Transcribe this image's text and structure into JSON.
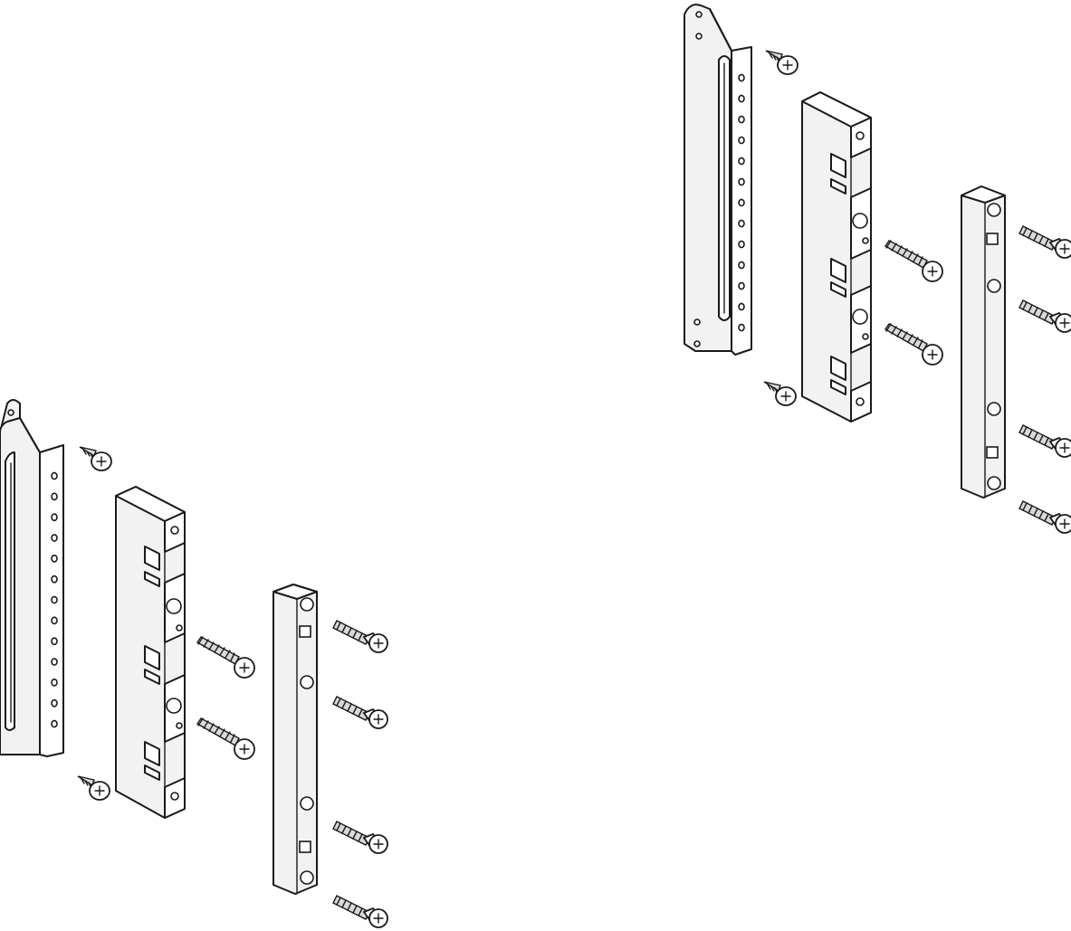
{
  "figure": {
    "kits": [
      {
        "id": "kit-left",
        "parts": [
          {
            "kind": "angle-bracket",
            "holes": 13
          },
          {
            "kind": "mounting-block",
            "segments": 3
          },
          {
            "kind": "connector-bar"
          },
          {
            "kind": "self-tapping-screw",
            "count": 2
          },
          {
            "kind": "threaded-screw",
            "count": 2
          },
          {
            "kind": "machine-screw",
            "count": 4
          }
        ]
      },
      {
        "id": "kit-right",
        "parts": [
          {
            "kind": "angle-bracket",
            "holes": 13
          },
          {
            "kind": "mounting-block",
            "segments": 3
          },
          {
            "kind": "connector-bar"
          },
          {
            "kind": "self-tapping-screw",
            "count": 2
          },
          {
            "kind": "threaded-screw",
            "count": 2
          },
          {
            "kind": "machine-screw",
            "count": 4
          }
        ]
      }
    ],
    "colors": {
      "line": "#1a1a1a",
      "fill": "#ffffff",
      "shade": "#f2f2f2",
      "thread": "#d9d9d9"
    }
  }
}
